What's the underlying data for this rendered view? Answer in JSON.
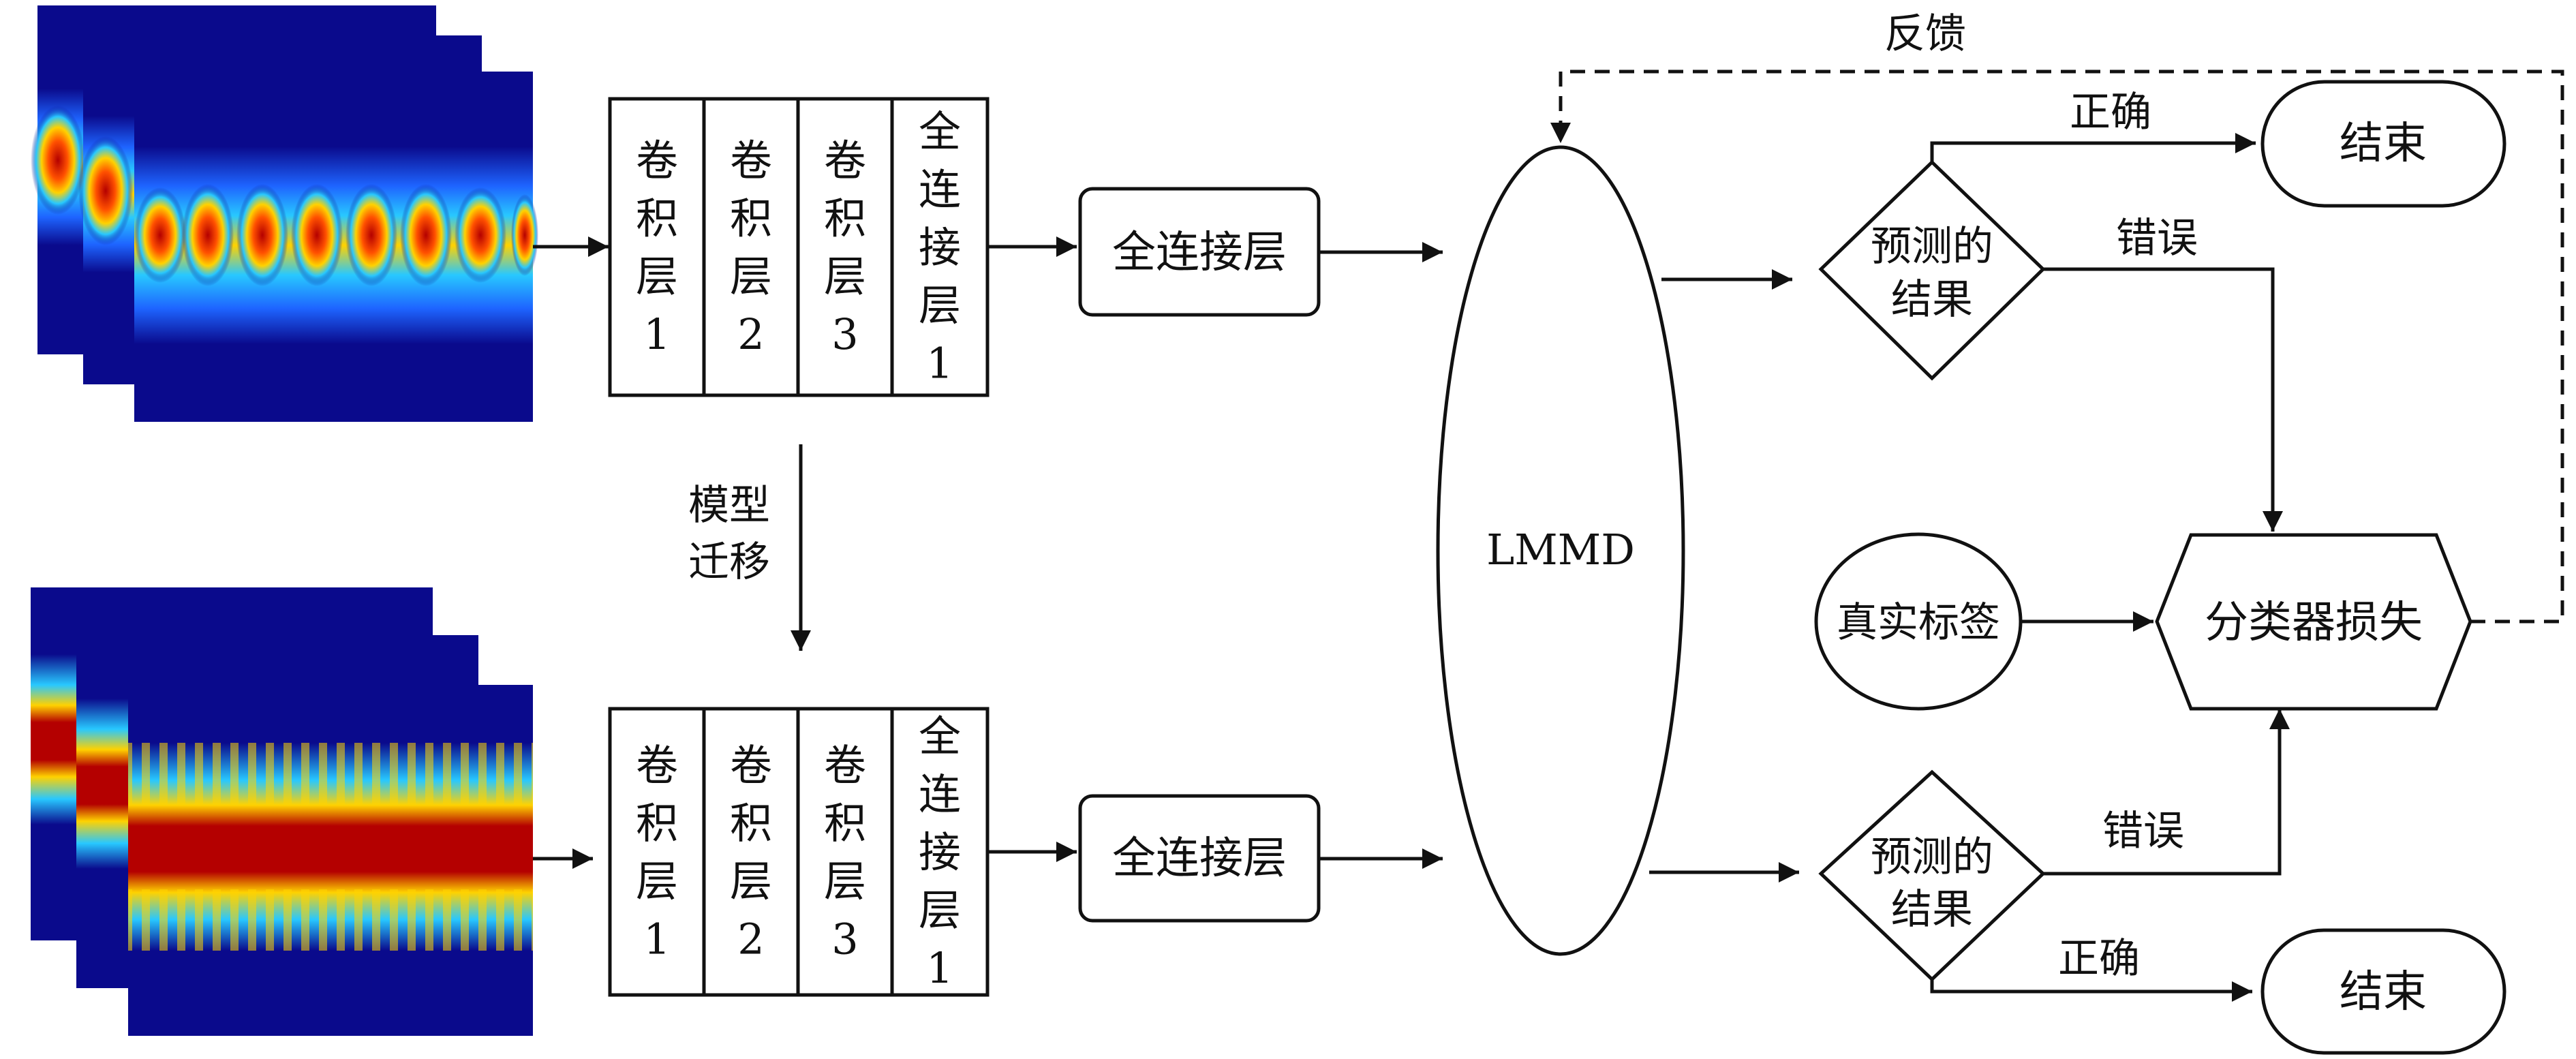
{
  "source_branch": {
    "layers": [
      {
        "lines": [
          "卷",
          "积",
          "层",
          "1"
        ]
      },
      {
        "lines": [
          "卷",
          "积",
          "层",
          "2"
        ]
      },
      {
        "lines": [
          "卷",
          "积",
          "层",
          "3"
        ]
      },
      {
        "lines": [
          "全",
          "连",
          "接",
          "层",
          "1"
        ]
      }
    ],
    "fc_label": "全连接层",
    "prediction_lines": [
      "预测的",
      "结果"
    ],
    "correct_label": "正确",
    "wrong_label": "错误",
    "end_label": "结束"
  },
  "target_branch": {
    "layers": [
      {
        "lines": [
          "卷",
          "积",
          "层",
          "1"
        ]
      },
      {
        "lines": [
          "卷",
          "积",
          "层",
          "2"
        ]
      },
      {
        "lines": [
          "卷",
          "积",
          "层",
          "3"
        ]
      },
      {
        "lines": [
          "全",
          "连",
          "接",
          "层",
          "1"
        ]
      }
    ],
    "fc_label": "全连接层",
    "prediction_lines": [
      "预测的",
      "结果"
    ],
    "correct_label": "正确",
    "wrong_label": "错误",
    "end_label": "结束"
  },
  "transfer_lines": [
    "模型",
    "迁移"
  ],
  "lmmd_label": "LMMD",
  "true_label": "真实标签",
  "loss_label": "分类器损失",
  "feedback_label": "反馈",
  "colors": {
    "line": "#111111",
    "heatmap_background": "#0a0a8c",
    "heatmap_band_hot": "#b40000",
    "heatmap_band_warm": "#ffd200",
    "heatmap_band_cool": "#28c8ff"
  }
}
